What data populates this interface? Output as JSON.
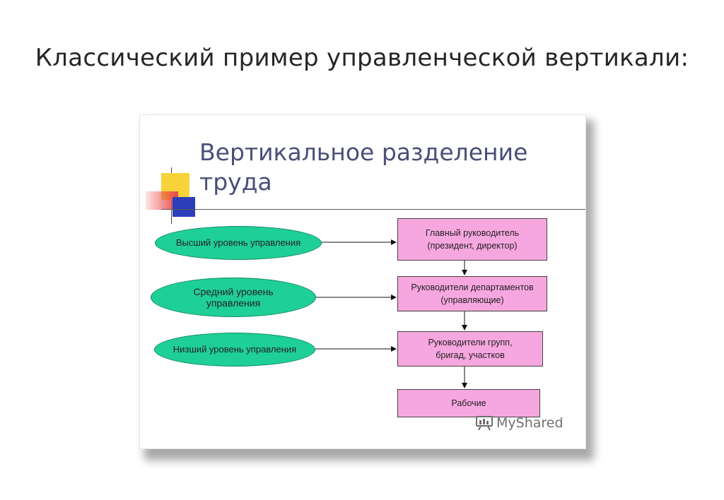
{
  "page": {
    "title": "Классический пример управленческой вертикали:"
  },
  "slide": {
    "title_line1": "Вертикальное разделение",
    "title_line2": "труда",
    "levels": [
      {
        "label": "Высший уровень управления"
      },
      {
        "label": "Средний уровень\nуправления"
      },
      {
        "label": "Низший уровень управления"
      }
    ],
    "positions": [
      {
        "label": "Главный руководитель\n(президент, директор)"
      },
      {
        "label": "Руководители департаментов\n(управляющие)"
      },
      {
        "label": "Руководители групп,\nбригад, участков"
      },
      {
        "label": "Рабочие"
      }
    ],
    "watermark": "MyShared"
  },
  "colors": {
    "ellipse_fill": "#1fcf98",
    "box_fill": "#f7a7e0",
    "title_color": "#4a4f78"
  }
}
